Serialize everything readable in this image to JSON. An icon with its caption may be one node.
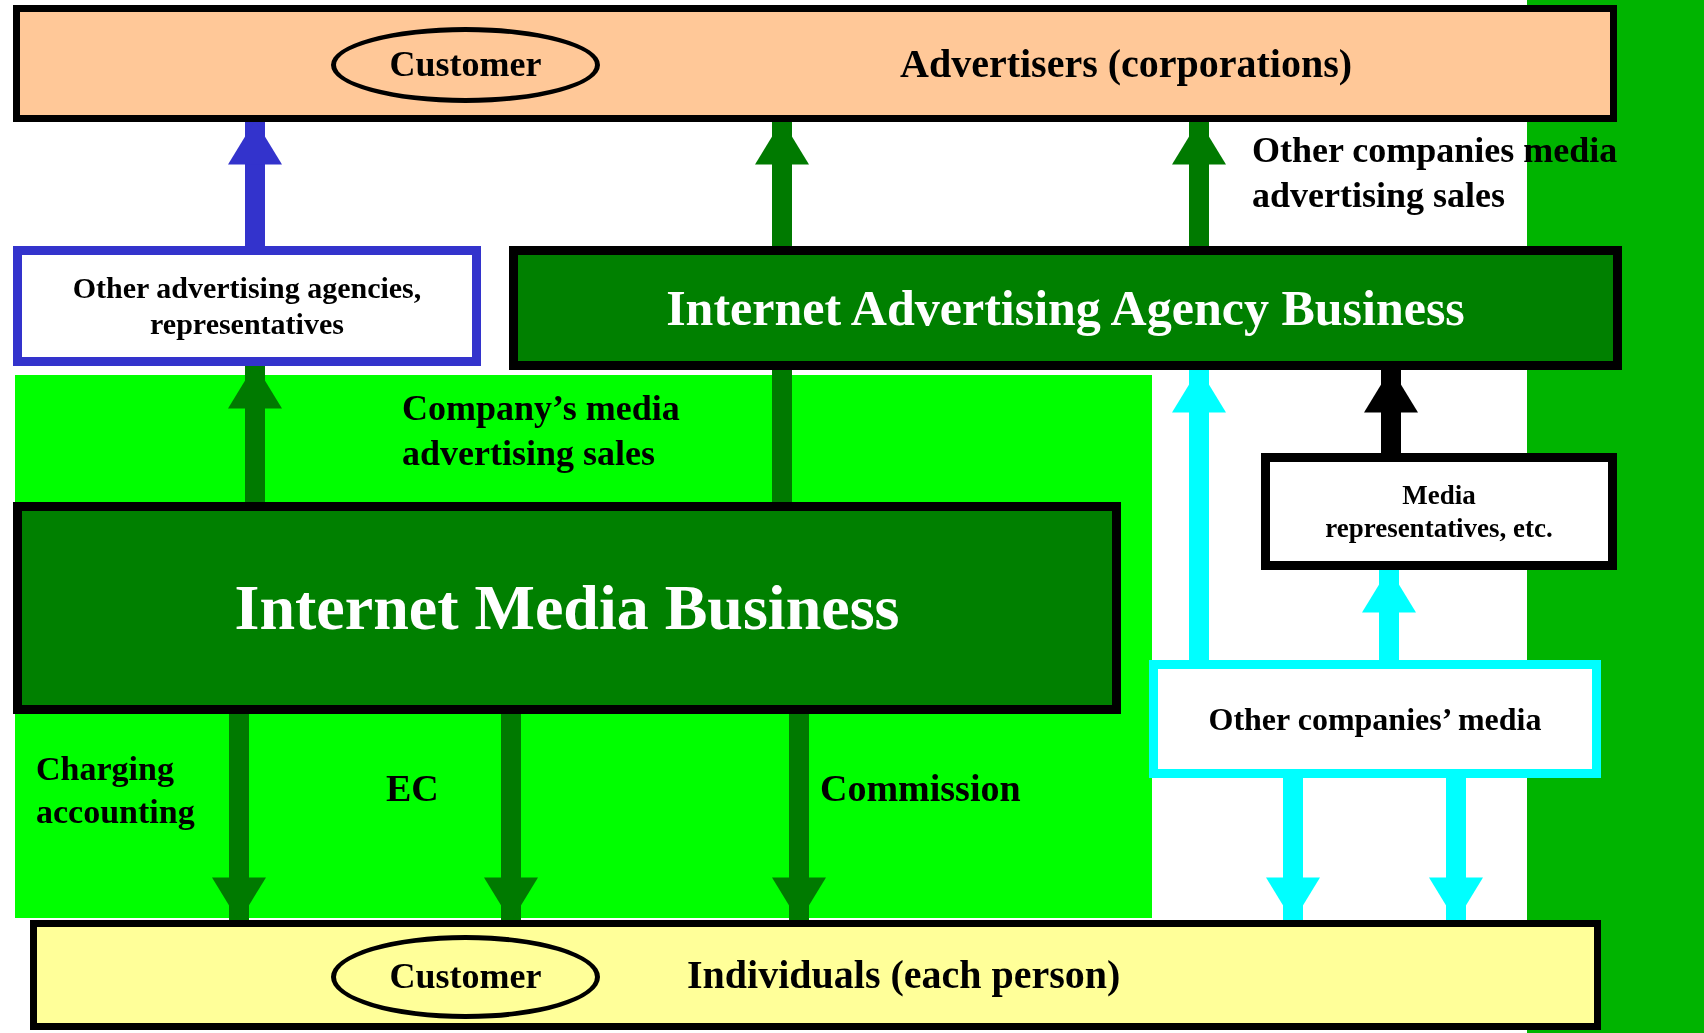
{
  "diagram": {
    "nodes": [
      {
        "text": [
          "Advertisers (corporations)"
        ]
      },
      {
        "text": [
          "Customer"
        ],
        "in": 0
      },
      {
        "text": [
          "Other advertising agencies, representatives"
        ]
      },
      {
        "text": [
          "Internet Advertising Agency Business"
        ]
      },
      {
        "text": [
          "Media representatives, etc."
        ]
      },
      {
        "text": [
          "Internet Media Business"
        ]
      },
      {
        "text": [
          "Other companies’ media"
        ]
      },
      {
        "text": [
          "Individuals (each person)"
        ]
      },
      {
        "text": [
          "Customer"
        ],
        "in": 7
      }
    ],
    "edges": [
      {
        "from": 5,
        "to": 2,
        "arrow": "to"
      },
      {
        "from": 2,
        "to": 0,
        "arrow": "to",
        "color": "#3333cc"
      },
      {
        "from": 5,
        "to": 3,
        "arrow": "none",
        "label": "Company’s media advertising sales"
      },
      {
        "from": 3,
        "to": 0,
        "arrow": "to"
      },
      {
        "from": 3,
        "to": 0,
        "arrow": "to",
        "label": "Other companies media advertising sales"
      },
      {
        "from": 6,
        "to": 3,
        "arrow": "to",
        "color": "#00ffff"
      },
      {
        "from": 6,
        "to": 4,
        "arrow": "to",
        "color": "#00ffff"
      },
      {
        "from": 4,
        "to": 3,
        "arrow": "to",
        "color": "#000000"
      },
      {
        "from": 6,
        "to": 7,
        "arrow": "to",
        "color": "#00ffff"
      },
      {
        "from": 6,
        "to": 7,
        "arrow": "to",
        "color": "#00ffff"
      },
      {
        "from": 5,
        "to": 7,
        "arrow": "to",
        "label": "Charging accounting"
      },
      {
        "from": 5,
        "to": 7,
        "arrow": "to",
        "label": "EC"
      },
      {
        "from": 5,
        "to": 7,
        "arrow": "to",
        "label": "Commission"
      }
    ]
  }
}
